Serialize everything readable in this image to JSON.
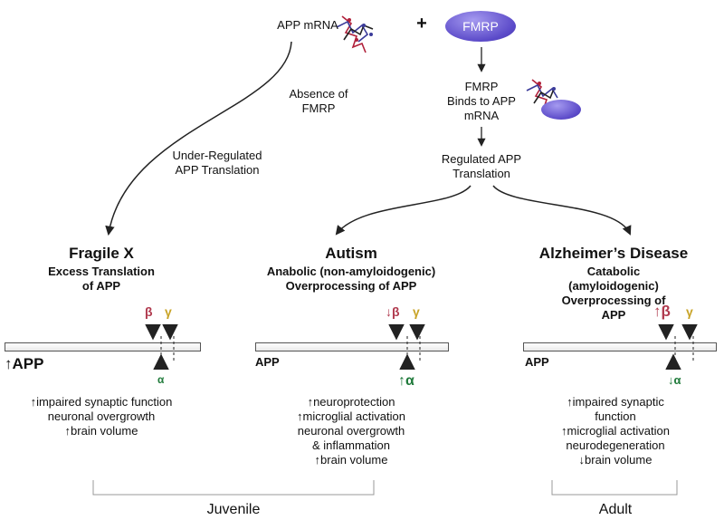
{
  "top": {
    "app_mrna": "APP mRNA",
    "plus": "+",
    "fmrp": "FMRP",
    "fmrp_binds": "FMRP\nBinds to APP\nmRNA",
    "regulated": "Regulated APP\nTranslation",
    "absence": "Absence of\nFMRP",
    "under_regulated": "Under-Regulated\nAPP Translation"
  },
  "panels": [
    {
      "title": "Fragile X",
      "subtitle": "Excess Translation\nof APP",
      "beta": "β",
      "gamma": "γ",
      "alpha": "α",
      "app": "↑APP",
      "effects": "↑impaired synaptic function\nneuronal overgrowth\n↑brain volume"
    },
    {
      "title": "Autism",
      "subtitle": "Anabolic (non-amyloidogenic)\nOverprocessing of APP",
      "beta": "↓β",
      "gamma": "γ",
      "alpha": "↑α",
      "app": "APP",
      "effects": "↑neuroprotection\n↑microglial activation\nneuronal overgrowth\n& inflammation\n↑brain volume"
    },
    {
      "title": "Alzheimer’s Disease",
      "subtitle": "Catabolic (amyloidogenic)\nOverprocessing of APP",
      "beta": "↑β",
      "gamma": "γ",
      "alpha": "↓α",
      "app": "APP",
      "effects": "↑impaired synaptic function\n↑microglial activation\nneurodegeneration\n↓brain volume"
    }
  ],
  "groups": {
    "juvenile": "Juvenile",
    "adult": "Adult"
  },
  "colors": {
    "beta": "#b03a4e",
    "gamma": "#c8a326",
    "alpha": "#1f7a3a",
    "fmrp": "#5a49c8"
  }
}
